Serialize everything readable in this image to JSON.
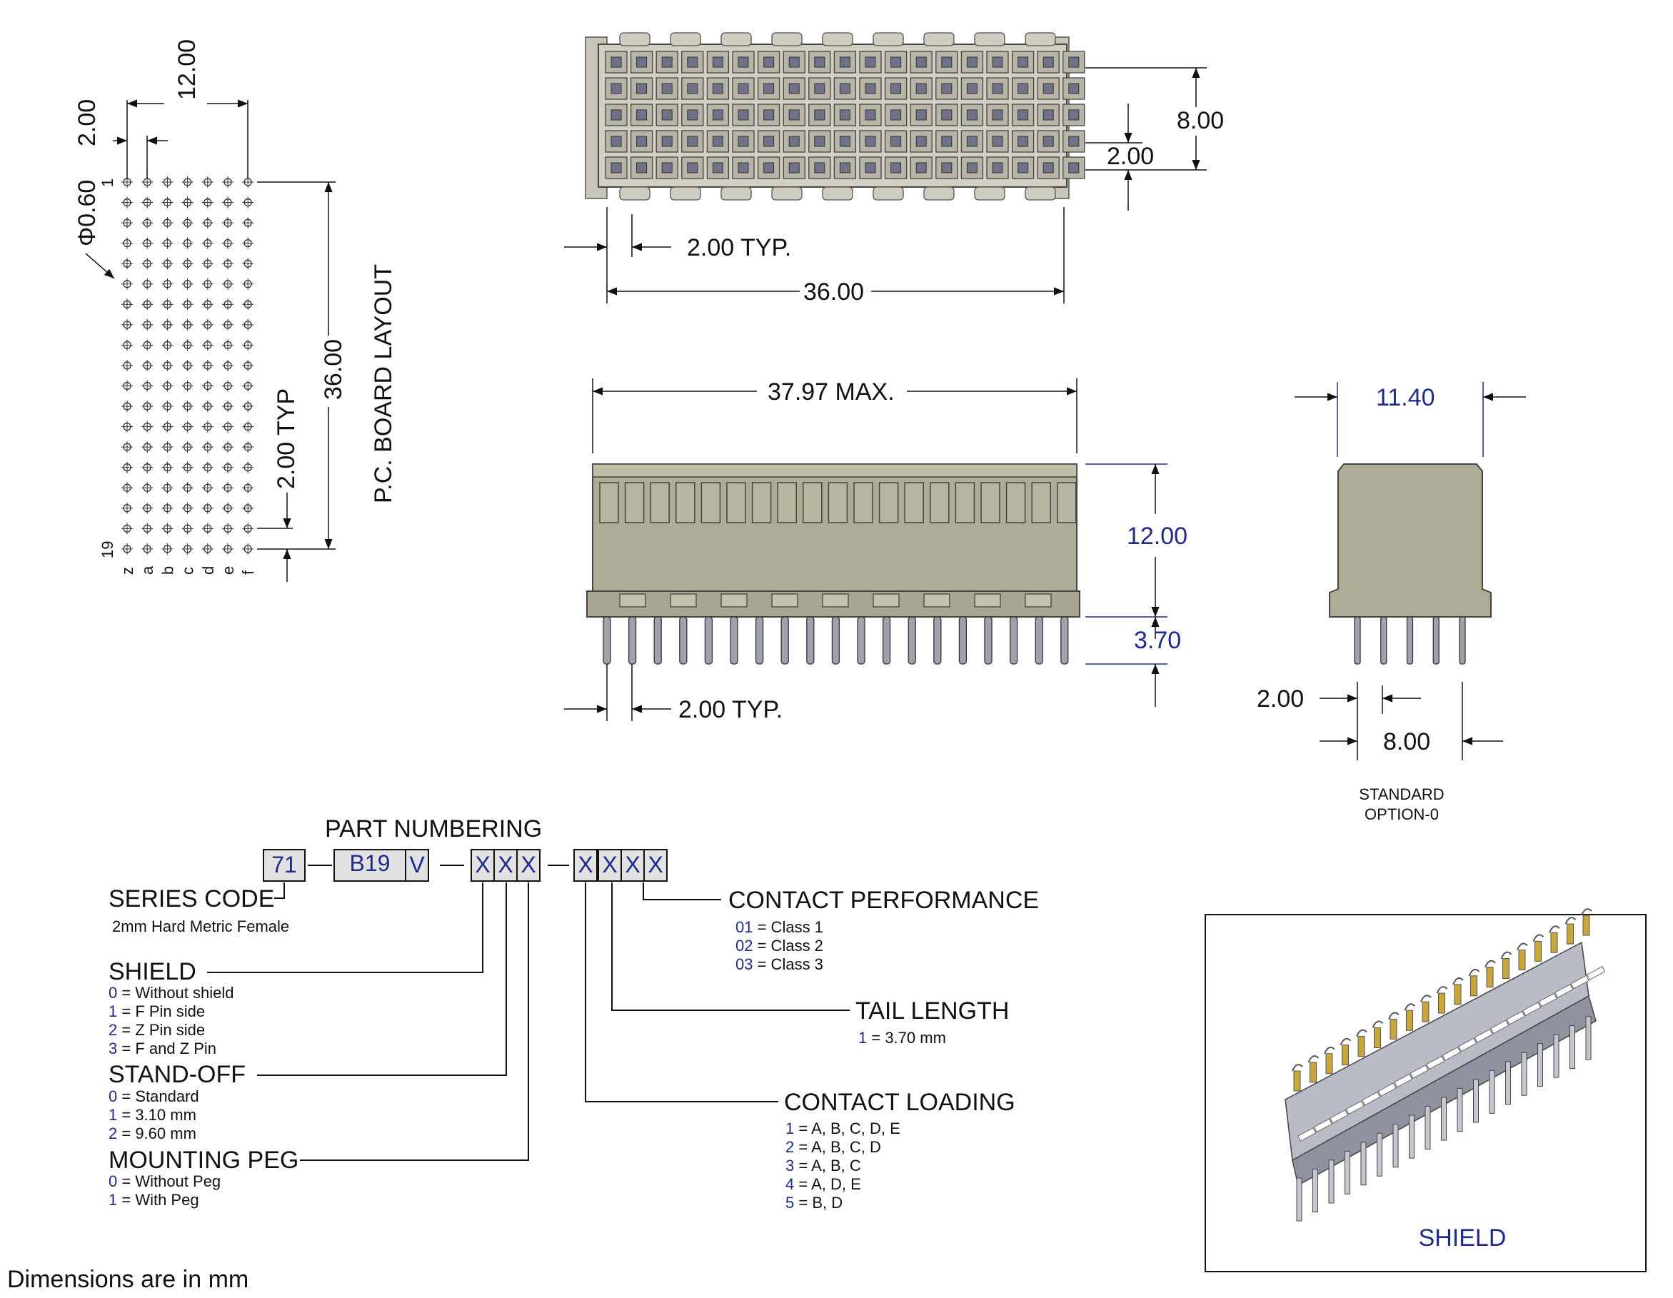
{
  "pcb": {
    "d_2_00": "2.00",
    "d_12_00": "12.00",
    "hole": "Φ0.60",
    "d_2_00_typ": "2.00 TYP",
    "d_36_00": "36.00",
    "title": "P.C. BOARD LAYOUT",
    "row_first": "1",
    "row_last": "19",
    "columns": [
      "z",
      "a",
      "b",
      "c",
      "d",
      "e",
      "f"
    ]
  },
  "top_view": {
    "d_8_00": "8.00",
    "d_2_00": "2.00",
    "pitch": "2.00 TYP.",
    "length": "36.00"
  },
  "front_view": {
    "max": "37.97 MAX.",
    "height": "12.00",
    "tail": "3.70",
    "pitch": "2.00 TYP."
  },
  "side_view": {
    "width": "11.40",
    "d_2_00": "2.00",
    "d_8_00": "8.00",
    "caption_1": "STANDARD",
    "caption_2": "OPTION-0"
  },
  "part_numbering": {
    "title": "PART NUMBERING",
    "box_series": "71",
    "box_b19": "B19",
    "box_v": "V",
    "box_x": "X",
    "series": {
      "label": "SERIES CODE",
      "desc": "2mm Hard Metric Female"
    },
    "shield": {
      "label": "SHIELD",
      "options": [
        {
          "code": "0",
          "text": " = Without shield"
        },
        {
          "code": "1",
          "text": " =  F Pin side"
        },
        {
          "code": "2",
          "text": " =  Z Pin side"
        },
        {
          "code": "3",
          "text": " =  F and Z Pin"
        }
      ]
    },
    "standoff": {
      "label": "STAND-OFF",
      "options": [
        {
          "code": "0",
          "text": " = Standard"
        },
        {
          "code": "1",
          "text": " = 3.10 mm"
        },
        {
          "code": "2",
          "text": " = 9.60 mm"
        }
      ]
    },
    "peg": {
      "label": "MOUNTING PEG",
      "options": [
        {
          "code": "0",
          "text": " = Without Peg"
        },
        {
          "code": "1",
          "text": " = With Peg"
        }
      ]
    },
    "performance": {
      "label": "CONTACT PERFORMANCE",
      "options": [
        {
          "code": "01",
          "text": " = Class 1"
        },
        {
          "code": "02",
          "text": " = Class 2"
        },
        {
          "code": "03",
          "text": " = Class 3"
        }
      ]
    },
    "tail": {
      "label": "TAIL LENGTH",
      "options": [
        {
          "code": "1",
          "text": " = 3.70 mm"
        }
      ]
    },
    "loading": {
      "label": "CONTACT LOADING",
      "options": [
        {
          "code": "1",
          "text": " = A, B, C, D, E"
        },
        {
          "code": "2",
          "text": " = A, B, C, D"
        },
        {
          "code": "3",
          "text": " = A, B, C"
        },
        {
          "code": "4",
          "text": " = A, D, E"
        },
        {
          "code": "5",
          "text": " = B, D"
        }
      ]
    }
  },
  "iso": {
    "caption": "SHIELD"
  },
  "footer": "Dimensions are in mm"
}
